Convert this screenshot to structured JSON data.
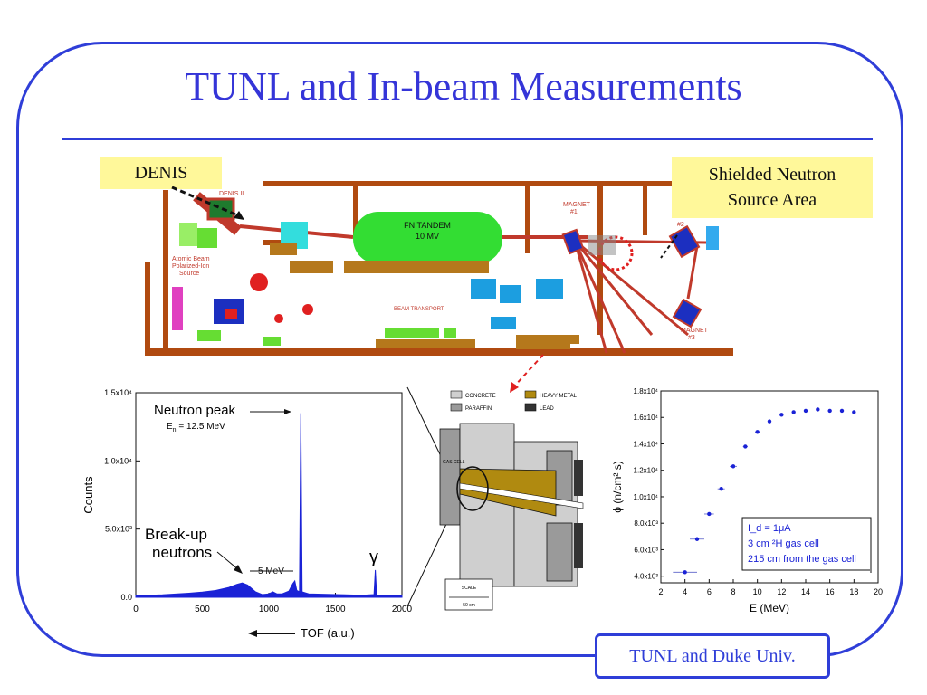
{
  "slide": {
    "title": "TUNL and In-beam Measurements",
    "footer": "TUNL and Duke Univ.",
    "accent_color": "#2f3ed8"
  },
  "callouts": {
    "denis": "DENIS",
    "shielded_line1": "Shielded Neutron",
    "shielded_line2": "Source Area"
  },
  "facility_map": {
    "labels": {
      "denis2": "DENIS II",
      "atomic_beam": "Atomic Beam",
      "polarized_ion": "Polarized-Ion",
      "source": "Source",
      "tandem_line1": "FN TANDEM",
      "tandem_line2": "10 MV",
      "beam_transport": "BEAM TRANSPORT",
      "magnet1": "MAGNET",
      "magnet1_num": "#1",
      "magnet2_num": "#2",
      "magnet3": "MAGNET",
      "magnet3_num": "#3"
    }
  },
  "shield_diagram": {
    "legend": [
      "CONCRETE",
      "HEAVY METAL",
      "PARAFFIN",
      "LEAD"
    ],
    "gas_cell": "GAS CELL",
    "scale_label": "SCALE",
    "scale_value": "50 cm"
  },
  "tof_annotations": {
    "neutron_peak": "Neutron peak",
    "energy": "E",
    "energy_sub": "n",
    "energy_val": " = 12.5 MeV",
    "breakup_line1": "Break-up",
    "breakup_line2": "neutrons",
    "mev": "5 MeV",
    "gamma": "γ",
    "ylabel": "Counts",
    "xlabel": "TOF (a.u.)"
  },
  "flux_annotations": {
    "ylabel": "ϕ (n/cm² s)",
    "xlabel": "E  (MeV)",
    "info_line1": "I_d = 1μA",
    "info_line2": "3 cm ²H gas cell",
    "info_line3": "215 cm from the gas cell"
  },
  "chart_data": [
    {
      "type": "line",
      "xlabel": "TOF (a.u.)",
      "ylabel": "Counts",
      "xlim": [
        0,
        2000
      ],
      "ylim": [
        0,
        15000
      ],
      "x_ticks": [
        "0",
        "500",
        "1000",
        "1500",
        "2000"
      ],
      "y_ticks": [
        "0.0",
        "5.0x10³",
        "1.0x10⁴",
        "1.5x10⁴"
      ],
      "series": [
        {
          "color": "#1a22d6",
          "points": [
            [
              0,
              120
            ],
            [
              200,
              180
            ],
            [
              400,
              300
            ],
            [
              500,
              380
            ],
            [
              600,
              500
            ],
            [
              700,
              720
            ],
            [
              760,
              950
            ],
            [
              800,
              1050
            ],
            [
              840,
              900
            ],
            [
              900,
              400
            ],
            [
              950,
              200
            ],
            [
              1000,
              250
            ],
            [
              1030,
              400
            ],
            [
              1060,
              250
            ],
            [
              1100,
              250
            ],
            [
              1150,
              450
            ],
            [
              1180,
              1000
            ],
            [
              1195,
              1200
            ],
            [
              1210,
              500
            ],
            [
              1230,
              400
            ],
            [
              1240,
              13500
            ],
            [
              1250,
              400
            ],
            [
              1300,
              250
            ],
            [
              1500,
              200
            ],
            [
              1700,
              150
            ],
            [
              1790,
              200
            ],
            [
              1800,
              2000
            ],
            [
              1810,
              150
            ],
            [
              1850,
              120
            ],
            [
              2000,
              100
            ]
          ]
        }
      ]
    },
    {
      "type": "scatter",
      "xlabel": "E  (MeV)",
      "ylabel": "ϕ (n/cm² s)",
      "xlim": [
        2,
        20
      ],
      "ylim": [
        3500,
        18000
      ],
      "x_ticks": [
        "2",
        "4",
        "6",
        "8",
        "10",
        "12",
        "14",
        "16",
        "18",
        "20"
      ],
      "y_ticks": [
        "4.0x10³",
        "6.0x10³",
        "8.0x10³",
        "1.0x10⁴",
        "1.2x10⁴",
        "1.4x10⁴",
        "1.6x10⁴",
        "1.8x10⁴"
      ],
      "series": [
        {
          "color": "#1a22d6",
          "x": [
            4,
            5,
            6,
            7,
            8,
            9,
            10,
            11,
            12,
            13,
            14,
            15,
            16,
            17,
            18
          ],
          "y": [
            4300,
            6800,
            8700,
            10600,
            12300,
            13800,
            14900,
            15700,
            16200,
            16400,
            16500,
            16600,
            16500,
            16500,
            16400
          ],
          "xerr": [
            1.0,
            0.6,
            0.4,
            0.3,
            0.3,
            0.2,
            0.2,
            0.15,
            0.1,
            0.1,
            0.1,
            0.1,
            0.1,
            0.1,
            0.1
          ]
        }
      ]
    }
  ]
}
